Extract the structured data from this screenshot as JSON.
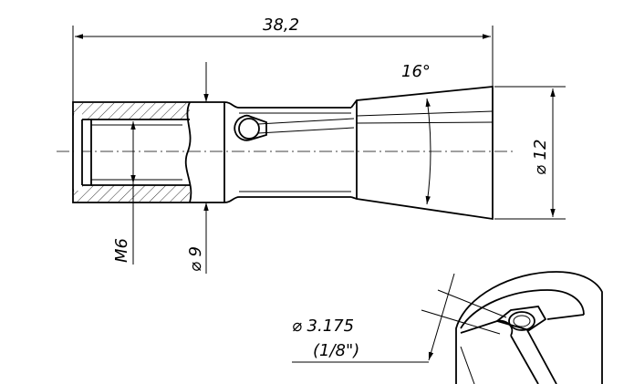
{
  "dimensions": {
    "overall_length": "38,2",
    "taper_angle": "16°",
    "outer_diameter": "⌀ 12",
    "shank_diameter": "⌀ 9",
    "thread": "M6",
    "bore_diameter": "⌀ 3.175",
    "bore_diameter_inch": "(1/8\")"
  }
}
